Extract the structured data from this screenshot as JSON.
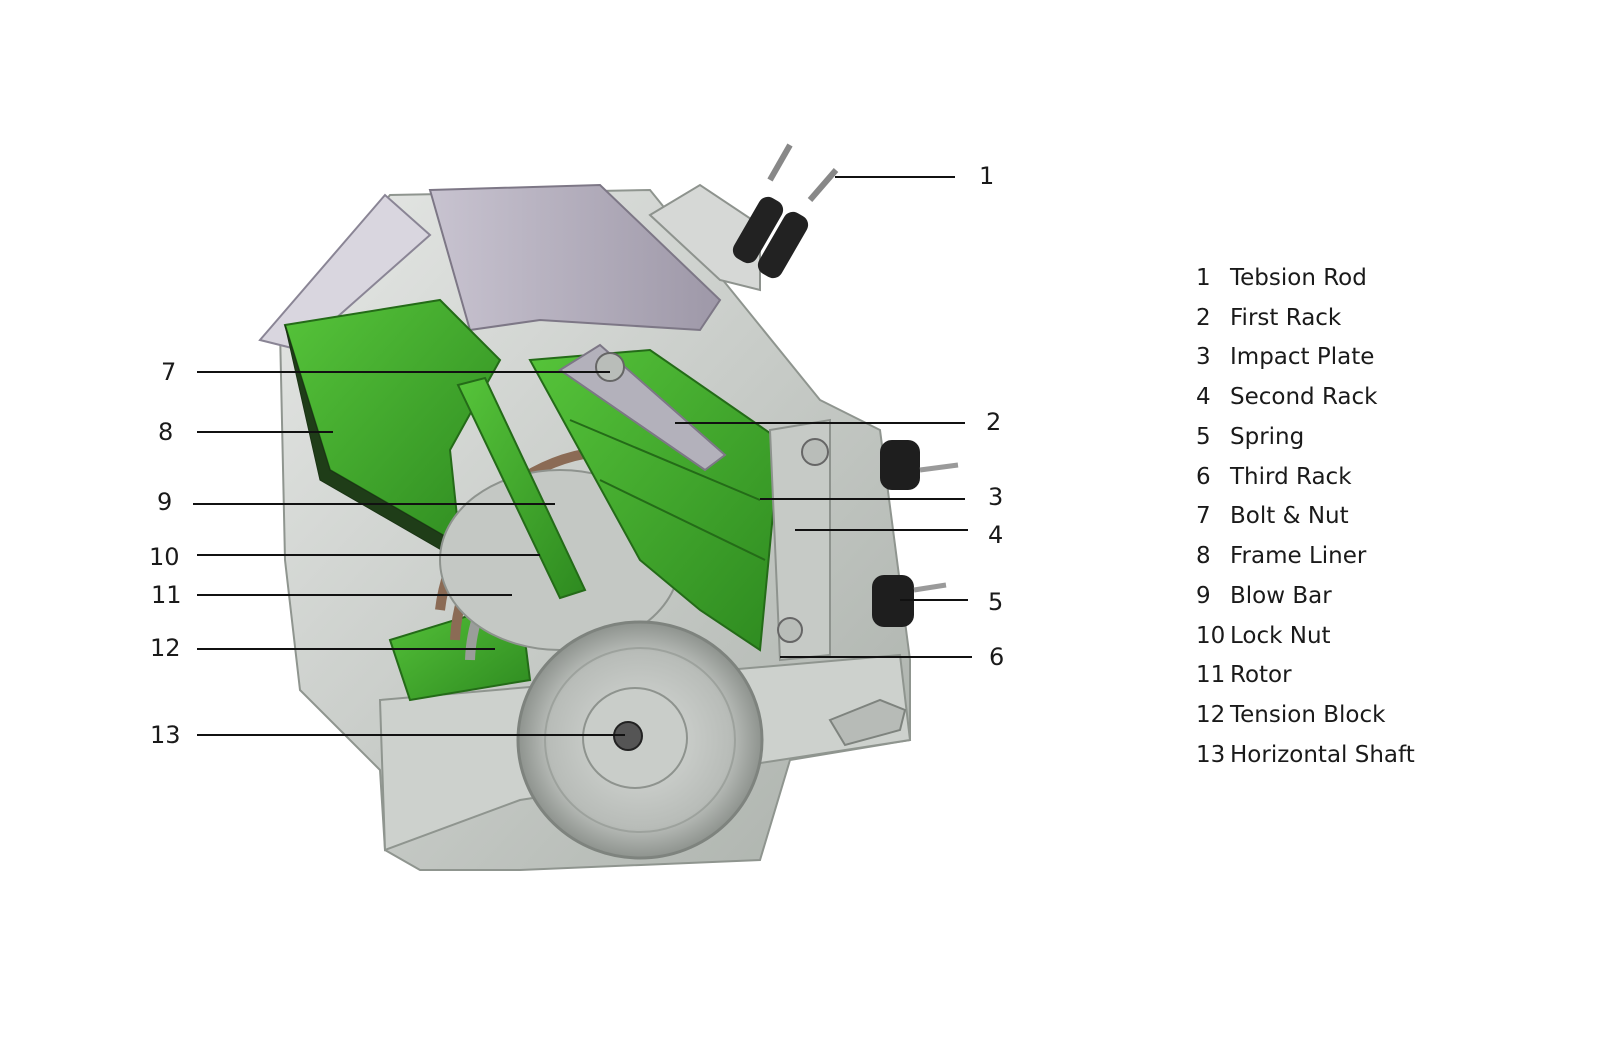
{
  "callouts": [
    {
      "num": "1"
    },
    {
      "num": "2"
    },
    {
      "num": "3"
    },
    {
      "num": "4"
    },
    {
      "num": "5"
    },
    {
      "num": "6"
    },
    {
      "num": "7"
    },
    {
      "num": "8"
    },
    {
      "num": "9"
    },
    {
      "num": "10"
    },
    {
      "num": "11"
    },
    {
      "num": "12"
    },
    {
      "num": "13"
    }
  ],
  "legend": [
    {
      "num": "1",
      "label": "Tebsion Rod"
    },
    {
      "num": "2",
      "label": "First Rack"
    },
    {
      "num": "3",
      "label": "Impact Plate"
    },
    {
      "num": "4",
      "label": "Second Rack"
    },
    {
      "num": "5",
      "label": "Spring"
    },
    {
      "num": "6",
      "label": "Third Rack"
    },
    {
      "num": "7",
      "label": "Bolt & Nut"
    },
    {
      "num": "8",
      "label": "Frame Liner"
    },
    {
      "num": "9",
      "label": "Blow Bar"
    },
    {
      "num": "10",
      "label": "Lock Nut"
    },
    {
      "num": "11",
      "label": "Rotor"
    },
    {
      "num": "12",
      "label": "Tension Block"
    },
    {
      "num": "13",
      "label": "Horizontal Shaft"
    }
  ],
  "colors": {
    "liner_green": "#3fae2a",
    "liner_green_dark": "#2a7d1c",
    "frame_gray": "#c9cdc9",
    "frame_light": "#e2e4e2",
    "frame_shadow": "#9ea39e",
    "top_purple": "#b9b4c2",
    "leader_line": "#111111"
  }
}
